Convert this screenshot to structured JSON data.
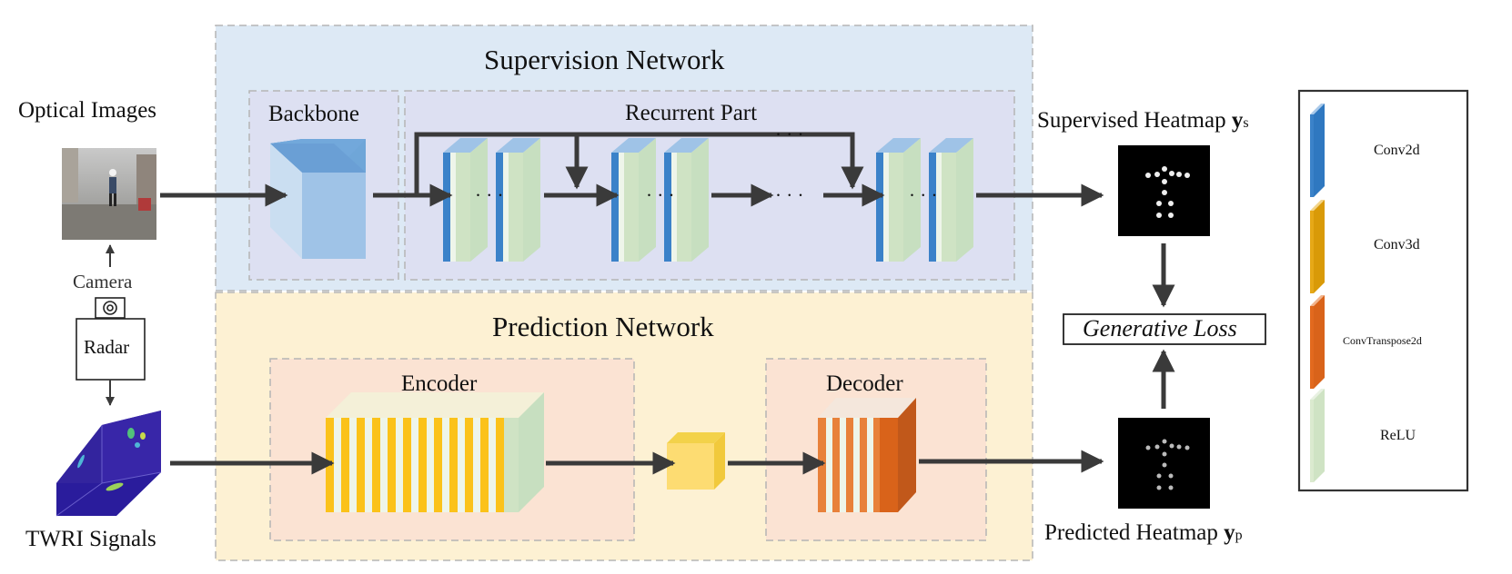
{
  "sections": {
    "supervision_title": "Supervision Network",
    "prediction_title": "Prediction Network"
  },
  "modules": {
    "backbone": "Backbone",
    "recurrent_part": "Recurrent Part",
    "encoder": "Encoder",
    "decoder": "Decoder"
  },
  "inputs": {
    "optical_images": "Optical Images",
    "camera": "Camera",
    "radar": "Radar",
    "twri_signals": "TWRI Signals"
  },
  "outputs": {
    "supervised_heatmap": "Supervised Heatmap",
    "supervised_symbol": "y",
    "supervised_subscript": "s",
    "predicted_heatmap": "Predicted Heatmap",
    "predicted_symbol": "y",
    "predicted_subscript": "p",
    "loss": "Generative Loss"
  },
  "ellipsis": "· · ·",
  "legend": {
    "items": [
      {
        "label": "Conv2d",
        "color": "#3b82c9"
      },
      {
        "label": "Conv3d",
        "color": "#e6a817"
      },
      {
        "label": "ConvTranspose2d",
        "color": "#e2691e"
      },
      {
        "label": "ReLU",
        "color": "#cfe3c4"
      }
    ]
  },
  "colors": {
    "supervision_bg": "#dde9f5",
    "prediction_bg": "#fdf1d3",
    "submodule_bg": "#dde0f2",
    "encdec_bg": "#fbe3d3",
    "arrow": "#3a3a3a"
  }
}
